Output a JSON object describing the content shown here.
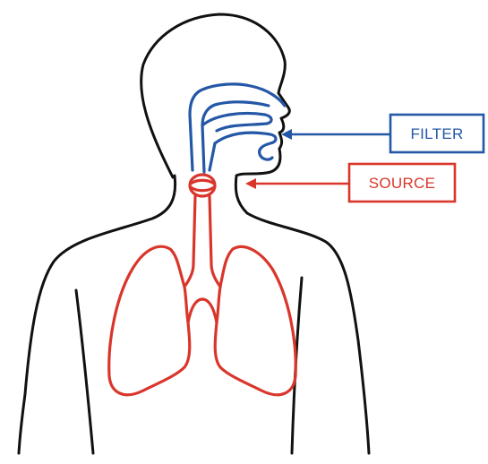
{
  "labels": {
    "filter": "FILTER",
    "source": "SOURCE"
  },
  "colors": {
    "outline": "#111111",
    "filter": "#2457a6",
    "source": "#d9362b",
    "background": "#ffffff"
  },
  "icons": {
    "body": "human-torso-outline",
    "vocal_tract": "vocal-tract",
    "larynx": "larynx",
    "lungs": "lungs"
  }
}
